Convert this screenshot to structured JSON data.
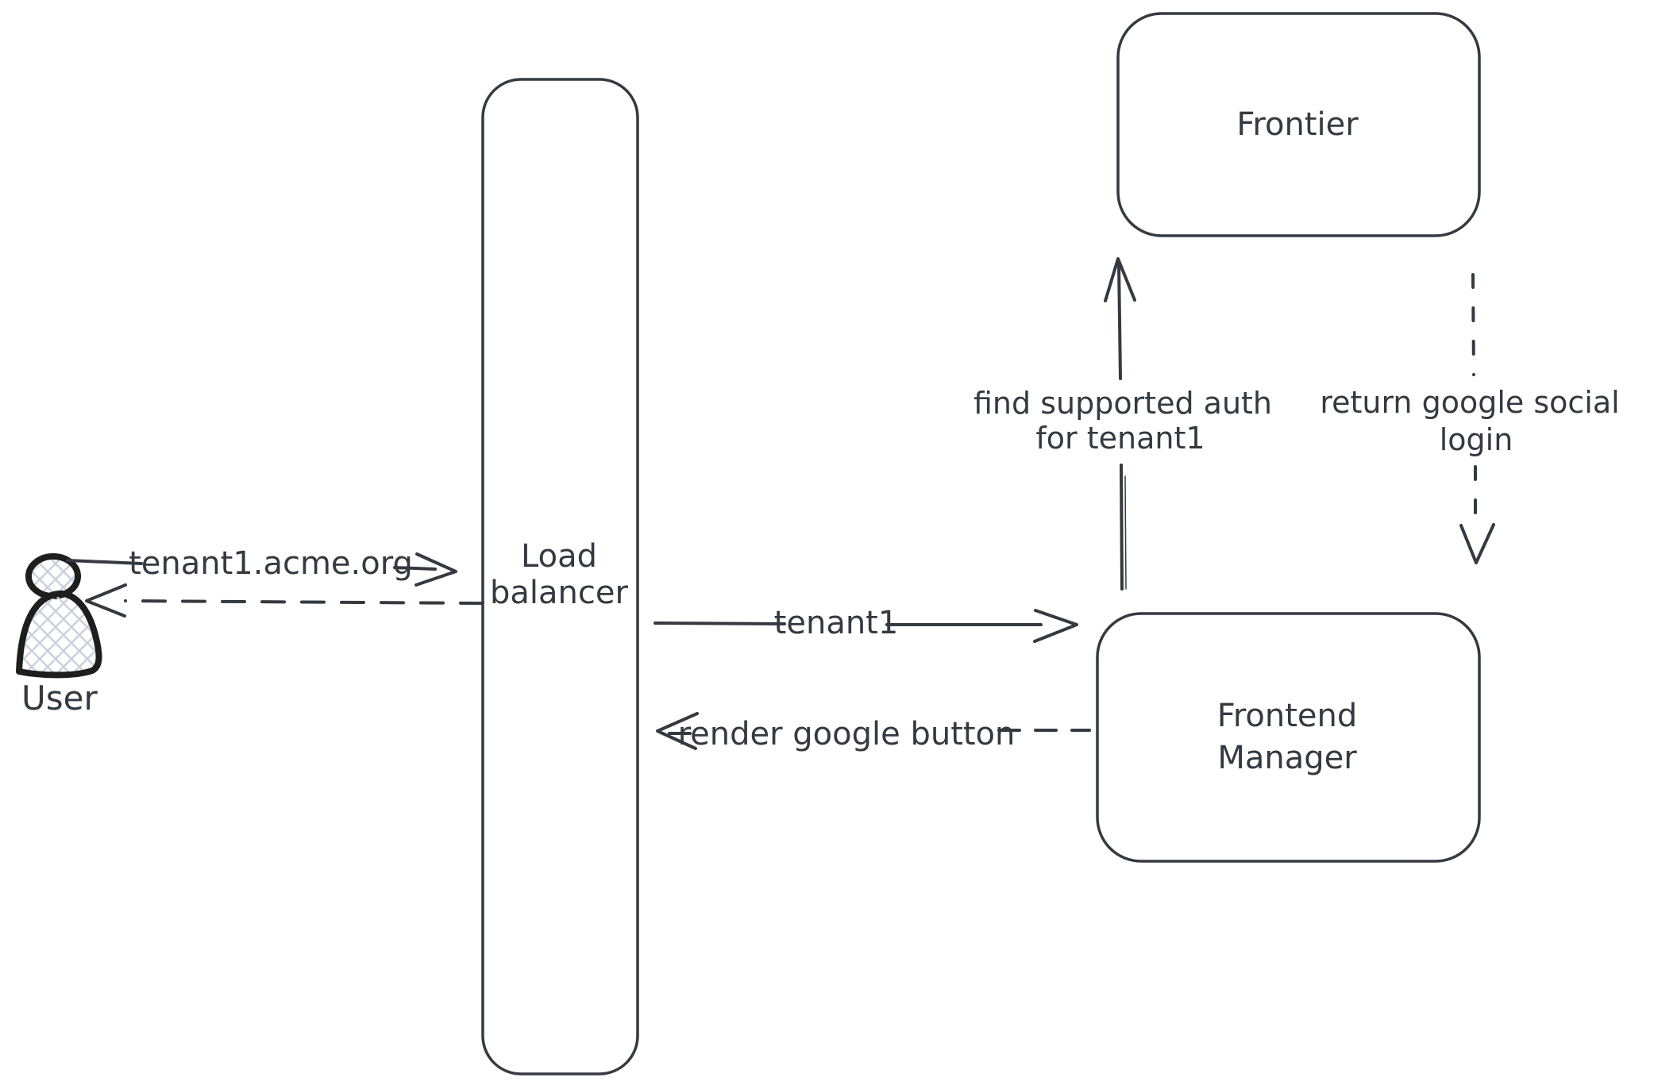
{
  "diagram": {
    "nodes": {
      "user": {
        "label": "User"
      },
      "load_balancer": {
        "lines": [
          "Load",
          "balancer"
        ]
      },
      "frontier": {
        "label": "Frontier"
      },
      "frontend_manager": {
        "lines": [
          "Frontend",
          "Manager"
        ]
      }
    },
    "edges": {
      "user_to_lb": {
        "label": "tenant1.acme.org",
        "style": "solid"
      },
      "lb_to_user": {
        "label": "",
        "style": "dashed"
      },
      "lb_to_fm": {
        "label": "tenant1",
        "style": "solid"
      },
      "fm_to_lb": {
        "label": "render google button",
        "style": "dashed"
      },
      "fm_to_frontier": {
        "lines": [
          "find supported auth",
          "for tenant1"
        ],
        "style": "solid"
      },
      "frontier_to_fm": {
        "lines": [
          "return google social",
          "login"
        ],
        "style": "dashed"
      }
    },
    "colors": {
      "stroke": "#343a40",
      "text": "#343a40",
      "person_outline": "#1e1e1e",
      "person_fill_hatch": "#c9d2dc",
      "background": "#ffffff"
    }
  }
}
